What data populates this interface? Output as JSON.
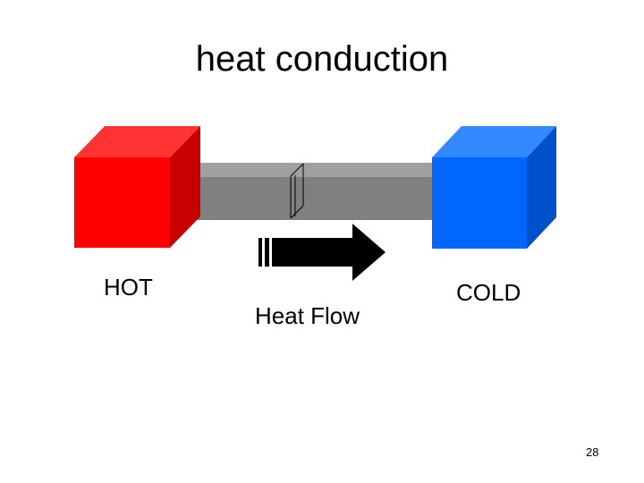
{
  "title": "heat conduction",
  "labels": {
    "hot": "HOT",
    "heat_flow": "Heat Flow",
    "cold": "COLD"
  },
  "page_number": "28",
  "colors": {
    "hot_front": "#ff0000",
    "hot_top": "#ff3333",
    "hot_side": "#c80000",
    "cold_front": "#0066ff",
    "cold_top": "#3388ff",
    "cold_side": "#0050cc",
    "rod_front": "#808080",
    "rod_top": "#a0a0a0",
    "arrow": "#000000"
  }
}
